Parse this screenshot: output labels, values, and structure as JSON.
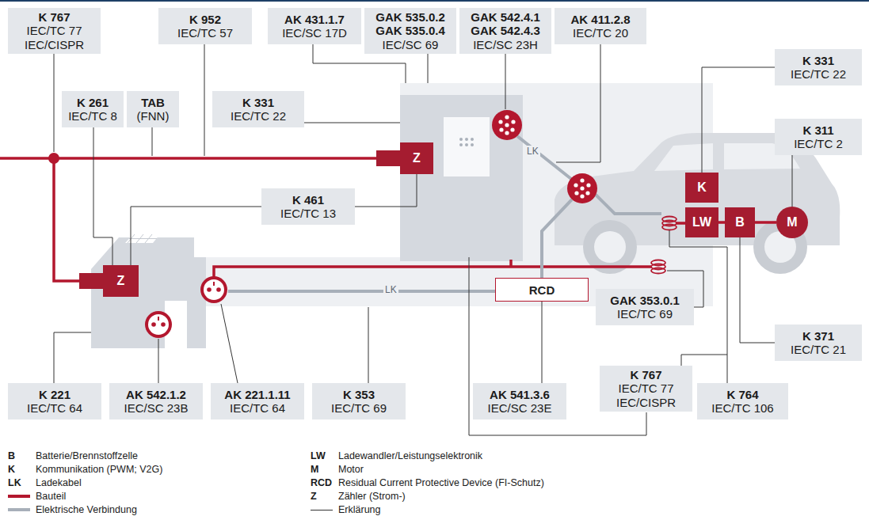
{
  "diagram": {
    "nodes": [
      {
        "text": [
          "K 767",
          "IEC/TC 77 IEC/CISPR"
        ]
      },
      {
        "text": [
          "K 261",
          "IEC/TC 8"
        ]
      },
      {
        "text": [
          "TAB",
          "(FNN)"
        ]
      },
      {
        "text": [
          "K 952",
          "IEC/TC 57"
        ]
      },
      {
        "text": [
          "K 331",
          "IEC/TC 22"
        ]
      },
      {
        "text": [
          "AK 431.1.7",
          "IEC/SC 17D"
        ]
      },
      {
        "text": [
          "GAK 535.0.2 GAK 535.0.4",
          "IEC/SC 69"
        ]
      },
      {
        "text": [
          "GAK 542.4.1 GAK 542.4.3",
          "IEC/SC 23H"
        ]
      },
      {
        "text": [
          "AK 411.2.8",
          "IEC/TC 20"
        ]
      },
      {
        "text": [
          "K 331",
          "IEC/TC 22"
        ]
      },
      {
        "text": [
          "K 311",
          "IEC/TC 2"
        ]
      },
      {
        "text": [
          "K 461",
          "IEC/TC 13"
        ]
      },
      {
        "text": [
          "K 371",
          "IEC/TC 21"
        ]
      },
      {
        "text": [
          "K 221",
          "IEC/TC 64"
        ]
      },
      {
        "text": [
          "AK 542.1.2",
          "IEC/SC 23B"
        ]
      },
      {
        "text": [
          "AK 221.1.11",
          "IEC/TC 64"
        ]
      },
      {
        "text": [
          "K 353",
          "IEC/TC 69"
        ]
      },
      {
        "text": [
          "AK 541.3.6",
          "IEC/SC 23E"
        ]
      },
      {
        "text": [
          "K 767",
          "IEC/TC 77 IEC/CISPR"
        ]
      },
      {
        "text": [
          "K 764",
          "IEC/TC 106"
        ]
      },
      {
        "text": [
          "GAK 353.0.1",
          "IEC/TC 69"
        ]
      },
      {
        "text": [
          "Z"
        ]
      },
      {
        "text": [
          "Z"
        ]
      },
      {
        "text": [
          "K"
        ]
      },
      {
        "text": [
          "LW"
        ]
      },
      {
        "text": [
          "B"
        ]
      },
      {
        "text": [
          "M"
        ]
      },
      {
        "text": [
          "RCD"
        ]
      }
    ],
    "edges": [
      {
        "from": 1,
        "to": 22,
        "arrow": "none"
      },
      {
        "from": 11,
        "to": 21,
        "arrow": "none"
      },
      {
        "from": 11,
        "to": 22,
        "arrow": "none"
      },
      {
        "from": 9,
        "to": 23,
        "arrow": "none"
      },
      {
        "from": 10,
        "to": 26,
        "arrow": "none"
      },
      {
        "from": 12,
        "to": 25,
        "arrow": "none"
      },
      {
        "from": 17,
        "to": 27,
        "arrow": "none"
      },
      {
        "from": 24,
        "to": 25,
        "arrow": "none"
      },
      {
        "from": 25,
        "to": 26,
        "arrow": "none"
      }
    ],
    "labels": [
      "LK",
      "LK",
      "B",
      "K",
      "LK",
      "LW",
      "M",
      "RCD",
      "Z"
    ],
    "legend": [
      {
        "text": "Batterie/Brennstoffzelle"
      },
      {
        "text": "Kommunikation (PWM; V2G)"
      },
      {
        "text": "Ladekabel"
      },
      {
        "text": "Bauteil"
      },
      {
        "text": "Elektrische Verbindung"
      },
      {
        "text": "Ladewandler/Leistungselektronik"
      },
      {
        "text": "Motor"
      },
      {
        "text": "Residual Current Protective Device (FI-Schutz)"
      },
      {
        "text": "Zähler (Strom-)"
      },
      {
        "text": "Erklärung"
      }
    ]
  }
}
